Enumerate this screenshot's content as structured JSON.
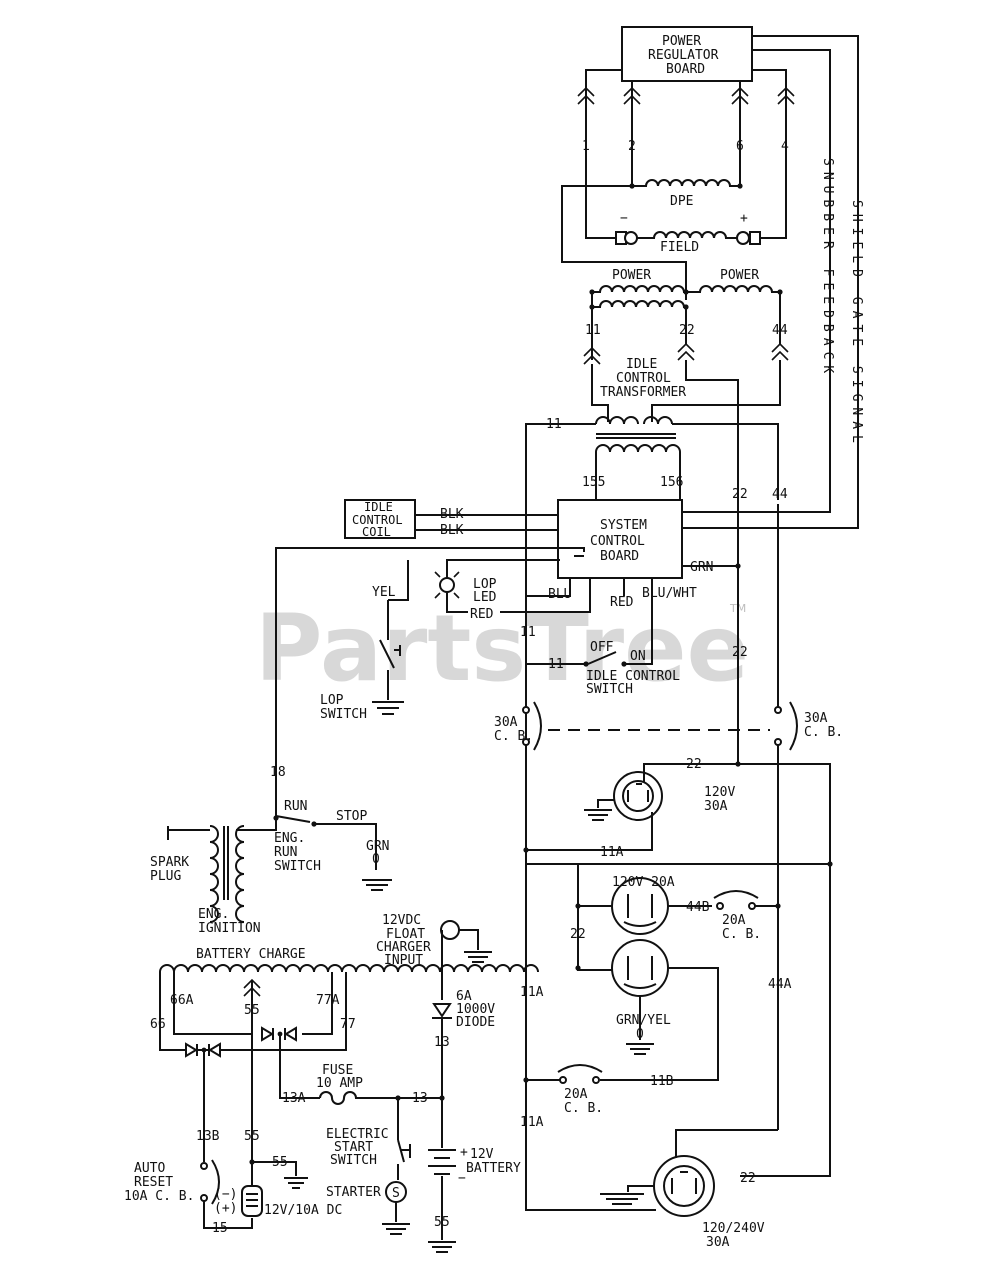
{
  "watermark": {
    "text": "PartsTree",
    "tm": "TM"
  },
  "labels": {
    "power_regulator_1": "POWER",
    "power_regulator_2": "REGULATOR",
    "power_regulator_3": "BOARD",
    "pin_1": "1",
    "pin_2": "2",
    "pin_6": "6",
    "pin_4": "4",
    "dpe": "DPE",
    "field": "FIELD",
    "field_minus": "−",
    "field_plus": "+",
    "snubber_feedback": "SNUBBER FEEDBACK",
    "shield_gate_signal": "SHIELD GATE SIGNAL",
    "power_left": "POWER",
    "power_right": "POWER",
    "w11": "11",
    "w22": "22",
    "w44": "44",
    "idle_ct_1": "IDLE",
    "idle_ct_2": "CONTROL",
    "idle_ct_3": "TRANSFORMER",
    "w11_top": "11",
    "w155": "155",
    "w156": "156",
    "w22_b": "22",
    "w44_b": "44",
    "idle_coil_1": "IDLE",
    "idle_coil_2": "CONTROL",
    "idle_coil_3": "COIL",
    "blk1": "BLK",
    "blk2": "BLK",
    "scb_1": "SYSTEM",
    "scb_2": "CONTROL",
    "scb_3": "BOARD",
    "grn": "GRN",
    "yel": "YEL",
    "lop_led_1": "LOP",
    "lop_led_2": "LED",
    "blu": "BLU",
    "red1": "RED",
    "red2": "RED",
    "blu_wht": "BLU/WHT",
    "w11_c": "11",
    "w22_c": "22",
    "off": "OFF",
    "on": "ON",
    "w11_d": "11",
    "idle_sw_1": "IDLE CONTROL",
    "idle_sw_2": "SWITCH",
    "lop_sw_1": "LOP",
    "lop_sw_2": "SWITCH",
    "cb30_l_1": "30A",
    "cb30_l_2": "C. B.",
    "cb30_r_1": "30A",
    "cb30_r_2": "C. B.",
    "w18": "18",
    "run": "RUN",
    "stop": "STOP",
    "w22_e": "22",
    "rec120_1": "120V",
    "rec120_2": "30A",
    "spark_1": "SPARK",
    "spark_2": "PLUG",
    "eng_run_1": "ENG.",
    "eng_run_2": "RUN",
    "eng_run_3": "SWITCH",
    "grn0_1": "GRN",
    "grn0_2": "0",
    "w11a_1": "11A",
    "eng_ign_1": "ENG.",
    "eng_ign_2": "IGNITION",
    "dup_1": "120V 20A",
    "w44b": "44B",
    "cb20_r_1": "20A",
    "cb20_r_2": "C. B.",
    "w22_f": "22",
    "float_1": "12VDC",
    "float_2": "FLOAT",
    "float_3": "CHARGER",
    "float_4": "INPUT",
    "batt_charge": "BATTERY CHARGE",
    "w66a": "66A",
    "w55": "55",
    "w77a": "77A",
    "w66": "66",
    "w77": "77",
    "diode_1": "6A",
    "diode_2": "1000V",
    "diode_3": "DIODE",
    "w11a_2": "11A",
    "w44a": "44A",
    "grn_yel": "GRN/YEL",
    "gnd0": "0",
    "w13": "13",
    "fuse_1": "FUSE",
    "fuse_2": "10 AMP",
    "w13a": "13A",
    "w13_b": "13",
    "cb20_l_1": "20A",
    "cb20_l_2": "C. B.",
    "w11b": "11B",
    "w11a_3": "11A",
    "w13b": "13B",
    "w55_b": "55",
    "elec_1": "ELECTRIC",
    "elec_2": "START",
    "elec_3": "SWITCH",
    "w55_c": "55",
    "batt_1": "12V",
    "batt_2": "BATTERY",
    "batt_plus": "+",
    "batt_minus": "−",
    "auto_1": "AUTO",
    "auto_2": "RESET",
    "auto_3": "10A C. B.",
    "dc_minus": "(−)",
    "dc_plus": "(+)",
    "dc_12v": "12V/10A DC",
    "starter": "STARTER",
    "starter_s": "S",
    "w15": "15",
    "w55_d": "55",
    "w22_g": "22",
    "rec240_1": "120/240V",
    "rec240_2": "30A"
  }
}
